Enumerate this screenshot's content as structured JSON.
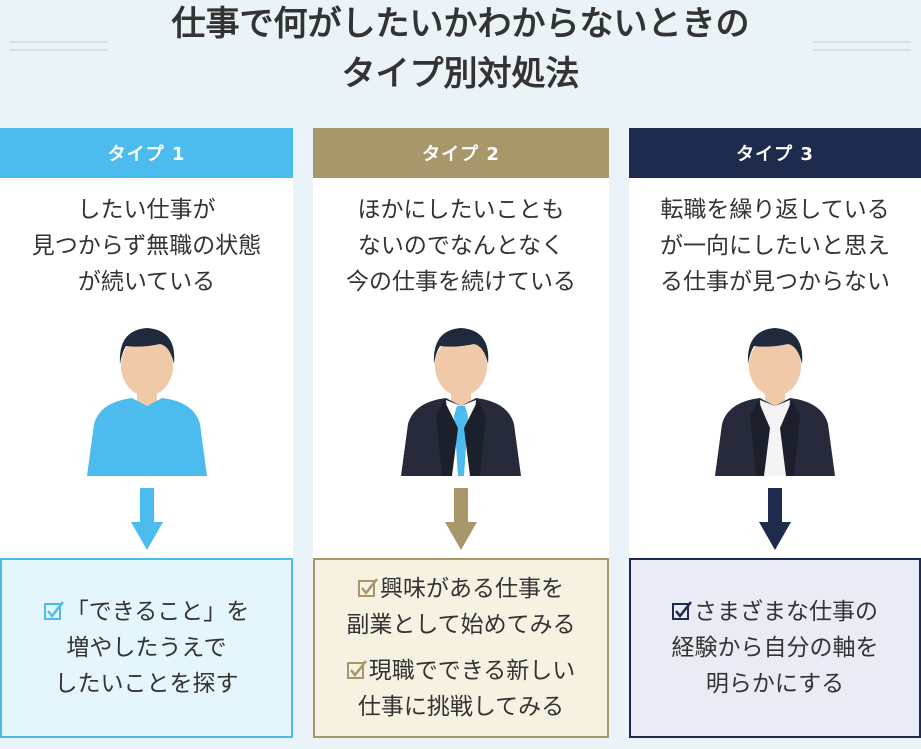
{
  "title": {
    "line1": "仕事で何がしたいかわからないときの",
    "line2": "タイプ別対処法"
  },
  "colors": {
    "type1": "#4cbcee",
    "type2": "#a8976b",
    "type3": "#1f2b4d"
  },
  "types": [
    {
      "header": "タイプ 1",
      "desc": [
        "したい仕事が",
        "見つからず無職の状態",
        "が続いている"
      ],
      "result_items": [
        [
          "「できること」を",
          "増やしたうえで",
          "したいことを探す"
        ]
      ]
    },
    {
      "header": "タイプ 2",
      "desc": [
        "ほかにしたいことも",
        "ないのでなんとなく",
        "今の仕事を続けている"
      ],
      "result_items": [
        [
          "興味がある仕事を",
          "副業として始めてみる"
        ],
        [
          "現職でできる新しい",
          "仕事に挑戦してみる"
        ]
      ]
    },
    {
      "header": "タイプ 3",
      "desc": [
        "転職を繰り返している",
        "が一向にしたいと思え",
        "る仕事が見つからない"
      ],
      "result_items": [
        [
          "さまざまな仕事の",
          "経験から自分の軸を",
          "明らかにする"
        ]
      ]
    }
  ]
}
